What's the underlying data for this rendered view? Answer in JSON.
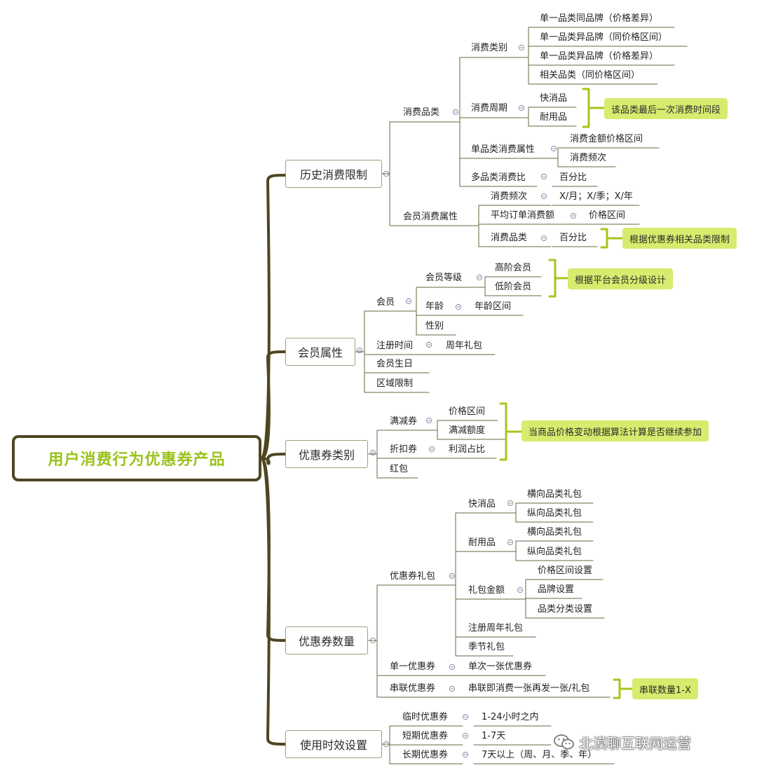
{
  "root": {
    "title": "用户消费行为优惠券产品"
  },
  "branches": [
    {
      "label": "历史消费限制"
    },
    {
      "label": "会员属性"
    },
    {
      "label": "优惠券类别"
    },
    {
      "label": "优惠券数量"
    },
    {
      "label": "使用时效设置"
    }
  ],
  "nodes": {
    "xiaofei_pinlei": "消费品类",
    "xiaofei_leibie": "消费类别",
    "lb_1": "单一品类同品牌（价格差异）",
    "lb_2": "单一品类异品牌（同价格区间）",
    "lb_3": "单一品类异品牌（价格差异）",
    "lb_4": "相关品类（同价格区间）",
    "xiaofei_zhouqi": "消费周期",
    "kuaixiaopin": "快消品",
    "naiyongpin": "耐用品",
    "danpinlei_shuxing": "单品类消费属性",
    "xiaofei_jine": "消费金额价格区间",
    "xiaofei_pinci": "消费频次",
    "duopinlei": "多品类消费比",
    "duopinlei_val": "百分比",
    "huiyuan_xiaofei_shuxing": "会员消费属性",
    "hy_pinci": "消费频次",
    "hy_pinci_val": "X/月；X/季；X/年",
    "hy_dingdan": "平均订单消费额",
    "hy_dingdan_val": "价格区间",
    "hy_pinlei": "消费品类",
    "hy_pinlei_val": "百分比",
    "huiyuan": "会员",
    "huiyuan_dengji": "会员等级",
    "gaojie": "高阶会员",
    "dijie": "低阶会员",
    "nianling": "年龄",
    "nianling_qujian": "年龄区间",
    "xingbie": "性别",
    "zhuce_shijian": "注册时间",
    "zhounian_libao": "周年礼包",
    "huiyuan_shengri": "会员生日",
    "quyu": "区域限制",
    "manjian": "满减券",
    "jiage_qujian": "价格区间",
    "manjian_edu": "满减额度",
    "zhekou": "折扣券",
    "lirun": "利润占比",
    "hongbao": "红包",
    "libao": "优惠券礼包",
    "lb_kuaixiao": "快消品",
    "lb_kx_h": "横向品类礼包",
    "lb_kx_z": "纵向品类礼包",
    "lb_naiyong": "耐用品",
    "lb_ny_h": "横向品类礼包",
    "lb_ny_z": "纵向品类礼包",
    "lb_jine": "礼包金额",
    "lb_jine_1": "价格区间设置",
    "lb_jine_2": "品牌设置",
    "lb_jine_3": "品类分类设置",
    "lb_zhuce": "注册周年礼包",
    "lb_jijie": "季节礼包",
    "danyi": "单一优惠券",
    "danyi_val": "单次一张优惠券",
    "chuanlian": "串联优惠券",
    "chuanlian_val": "串联即消费一张再发一张/礼包",
    "linshi": "临时优惠券",
    "linshi_val": "1-24小时之内",
    "duanqi": "短期优惠券",
    "duanqi_val": "1-7天",
    "changqi": "长期优惠券",
    "changqi_val": "7天以上（周、月、季、年）"
  },
  "notes": {
    "n1": "该品类最后一次消费时间段",
    "n2": "根据优惠券相关品类限制",
    "n3": "根据平台会员分级设计",
    "n4": "当商品价格变动根据算法计算是否继续参加",
    "n5": "串联数量1-X"
  },
  "watermark": {
    "text": "北漠聊互联网运营"
  },
  "colors": {
    "trunk": "#4e4620",
    "root_text": "#9ac21a",
    "bracket": "#a4c61a",
    "note_bg": "#d7eb6e",
    "line": "#6b6440"
  }
}
